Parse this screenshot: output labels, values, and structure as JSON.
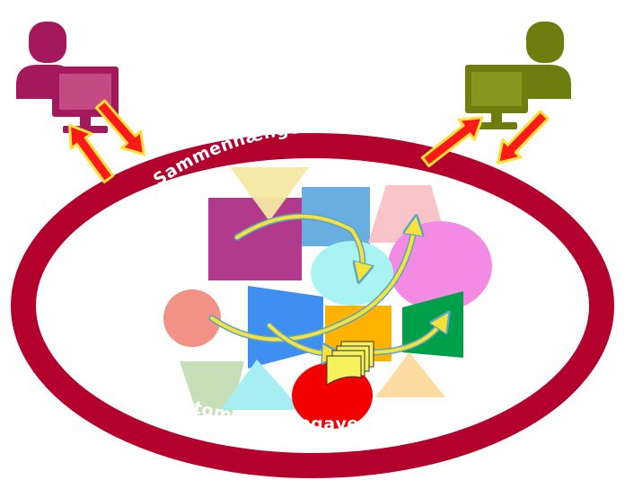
{
  "diagram": {
    "ring_top_label": "Sammenhængende infrastruktur",
    "ring_bottom_label": "Automatisk opgaveoverdragelse",
    "colors": {
      "ring": "#b4002d",
      "left_user": "#a4195c",
      "right_user": "#6e7e0e",
      "arrow_fill": "#ff1a1a",
      "arrow_outline": "#f7e23a"
    },
    "actors": [
      {
        "id": "left-user",
        "icon": "user-at-computer-icon"
      },
      {
        "id": "right-user",
        "icon": "user-at-computer-icon"
      }
    ],
    "center_icon": "documents-stack-icon"
  }
}
